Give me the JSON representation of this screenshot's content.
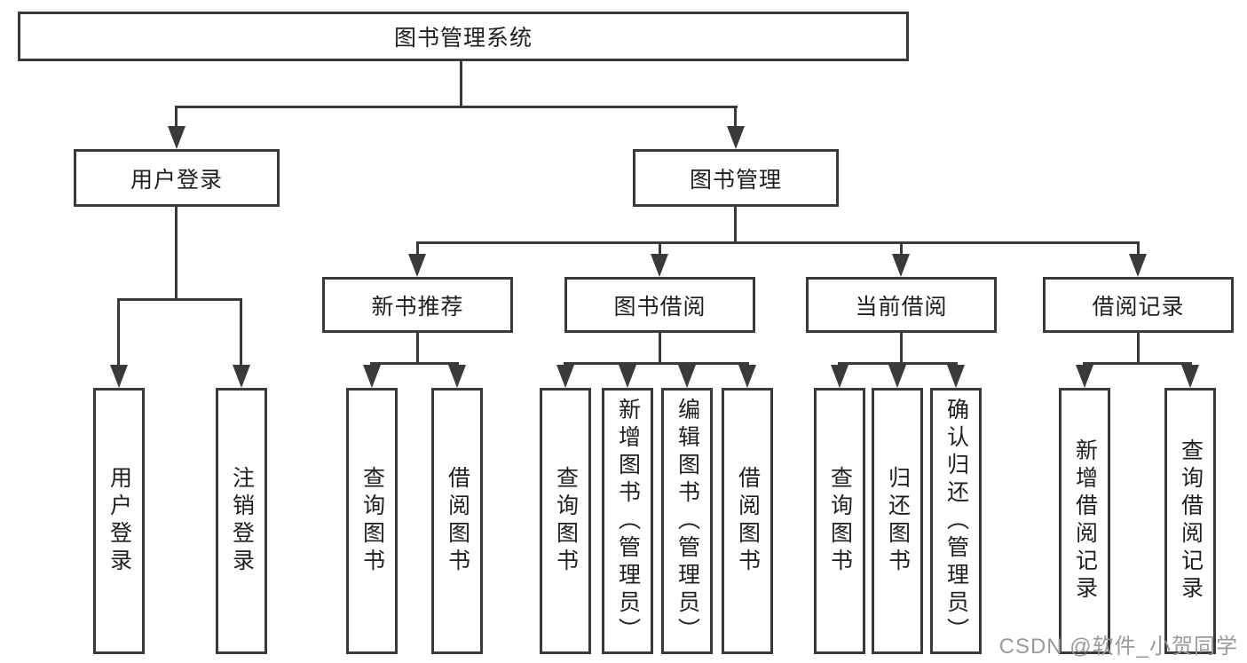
{
  "title": {
    "label": "图书管理系统"
  },
  "level2": [
    {
      "label": "用户登录"
    },
    {
      "label": "图书管理"
    }
  ],
  "level3": [
    {
      "label": "新书推荐"
    },
    {
      "label": "图书借阅"
    },
    {
      "label": "当前借阅"
    },
    {
      "label": "借阅记录"
    }
  ],
  "leaves": [
    {
      "label": "用户登录",
      "parent": "用户登录"
    },
    {
      "label": "注销登录",
      "parent": "用户登录"
    },
    {
      "label": "查询图书",
      "parent": "新书推荐"
    },
    {
      "label": "借阅图书",
      "parent": "新书推荐"
    },
    {
      "label": "查询图书",
      "parent": "图书借阅"
    },
    {
      "label": "新增图书（管理员）",
      "parent": "图书借阅"
    },
    {
      "label": "编辑图书（管理员）",
      "parent": "图书借阅"
    },
    {
      "label": "借阅图书",
      "parent": "图书借阅"
    },
    {
      "label": "查询图书",
      "parent": "当前借阅"
    },
    {
      "label": "归还图书",
      "parent": "当前借阅"
    },
    {
      "label": "确认归还（管理员）",
      "parent": "当前借阅"
    },
    {
      "label": "新增借阅记录",
      "parent": "借阅记录"
    },
    {
      "label": "查询借阅记录",
      "parent": "借阅记录"
    }
  ],
  "watermark": {
    "text": "CSDN @软件_小贺同学"
  },
  "colors": {
    "line": "#3a3a3a",
    "text": "#1f1f1f",
    "background": "#ffffff",
    "watermark": "#9a9a9a"
  }
}
